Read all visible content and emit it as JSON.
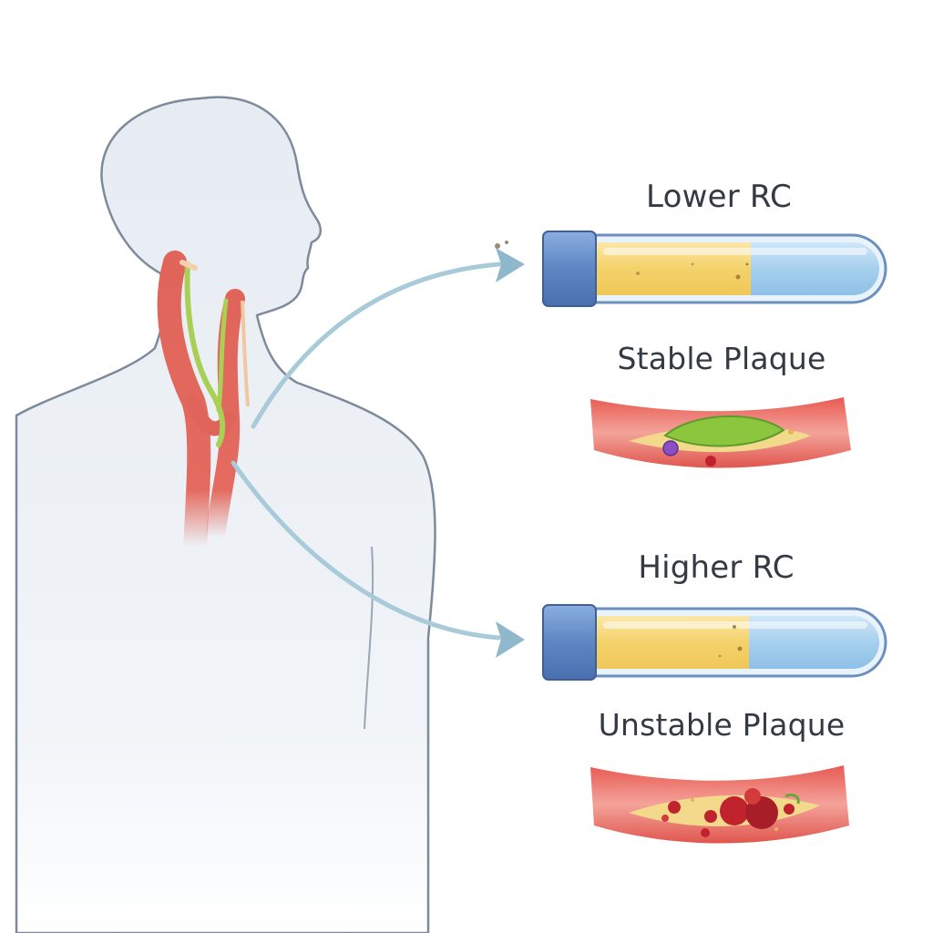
{
  "labels": {
    "lower_rc": "Lower RC",
    "stable_plaque": "Stable Plaque",
    "higher_rc": "Higher RC",
    "unstable_plaque": "Unstable Plaque"
  },
  "colors": {
    "silhouette_fill": "#e9eef4",
    "silhouette_stroke": "#7d8a9c",
    "artery_red": "#e0645a",
    "vessel_green": "#a9cf55",
    "arrow_blue": "#a9cad8",
    "tube_cap": "#6a8ec8",
    "tube_serum": "#f5d77a",
    "tube_cells": "#a9d3ef",
    "plaque_stable": "#8cc63f",
    "plaque_unstable": "#c0232d",
    "lipid_core": "#f3d98b"
  },
  "icons": {
    "figure": "human-head-neck-silhouette",
    "tube": "blood-sample-tube",
    "artery": "artery-cross-section"
  }
}
